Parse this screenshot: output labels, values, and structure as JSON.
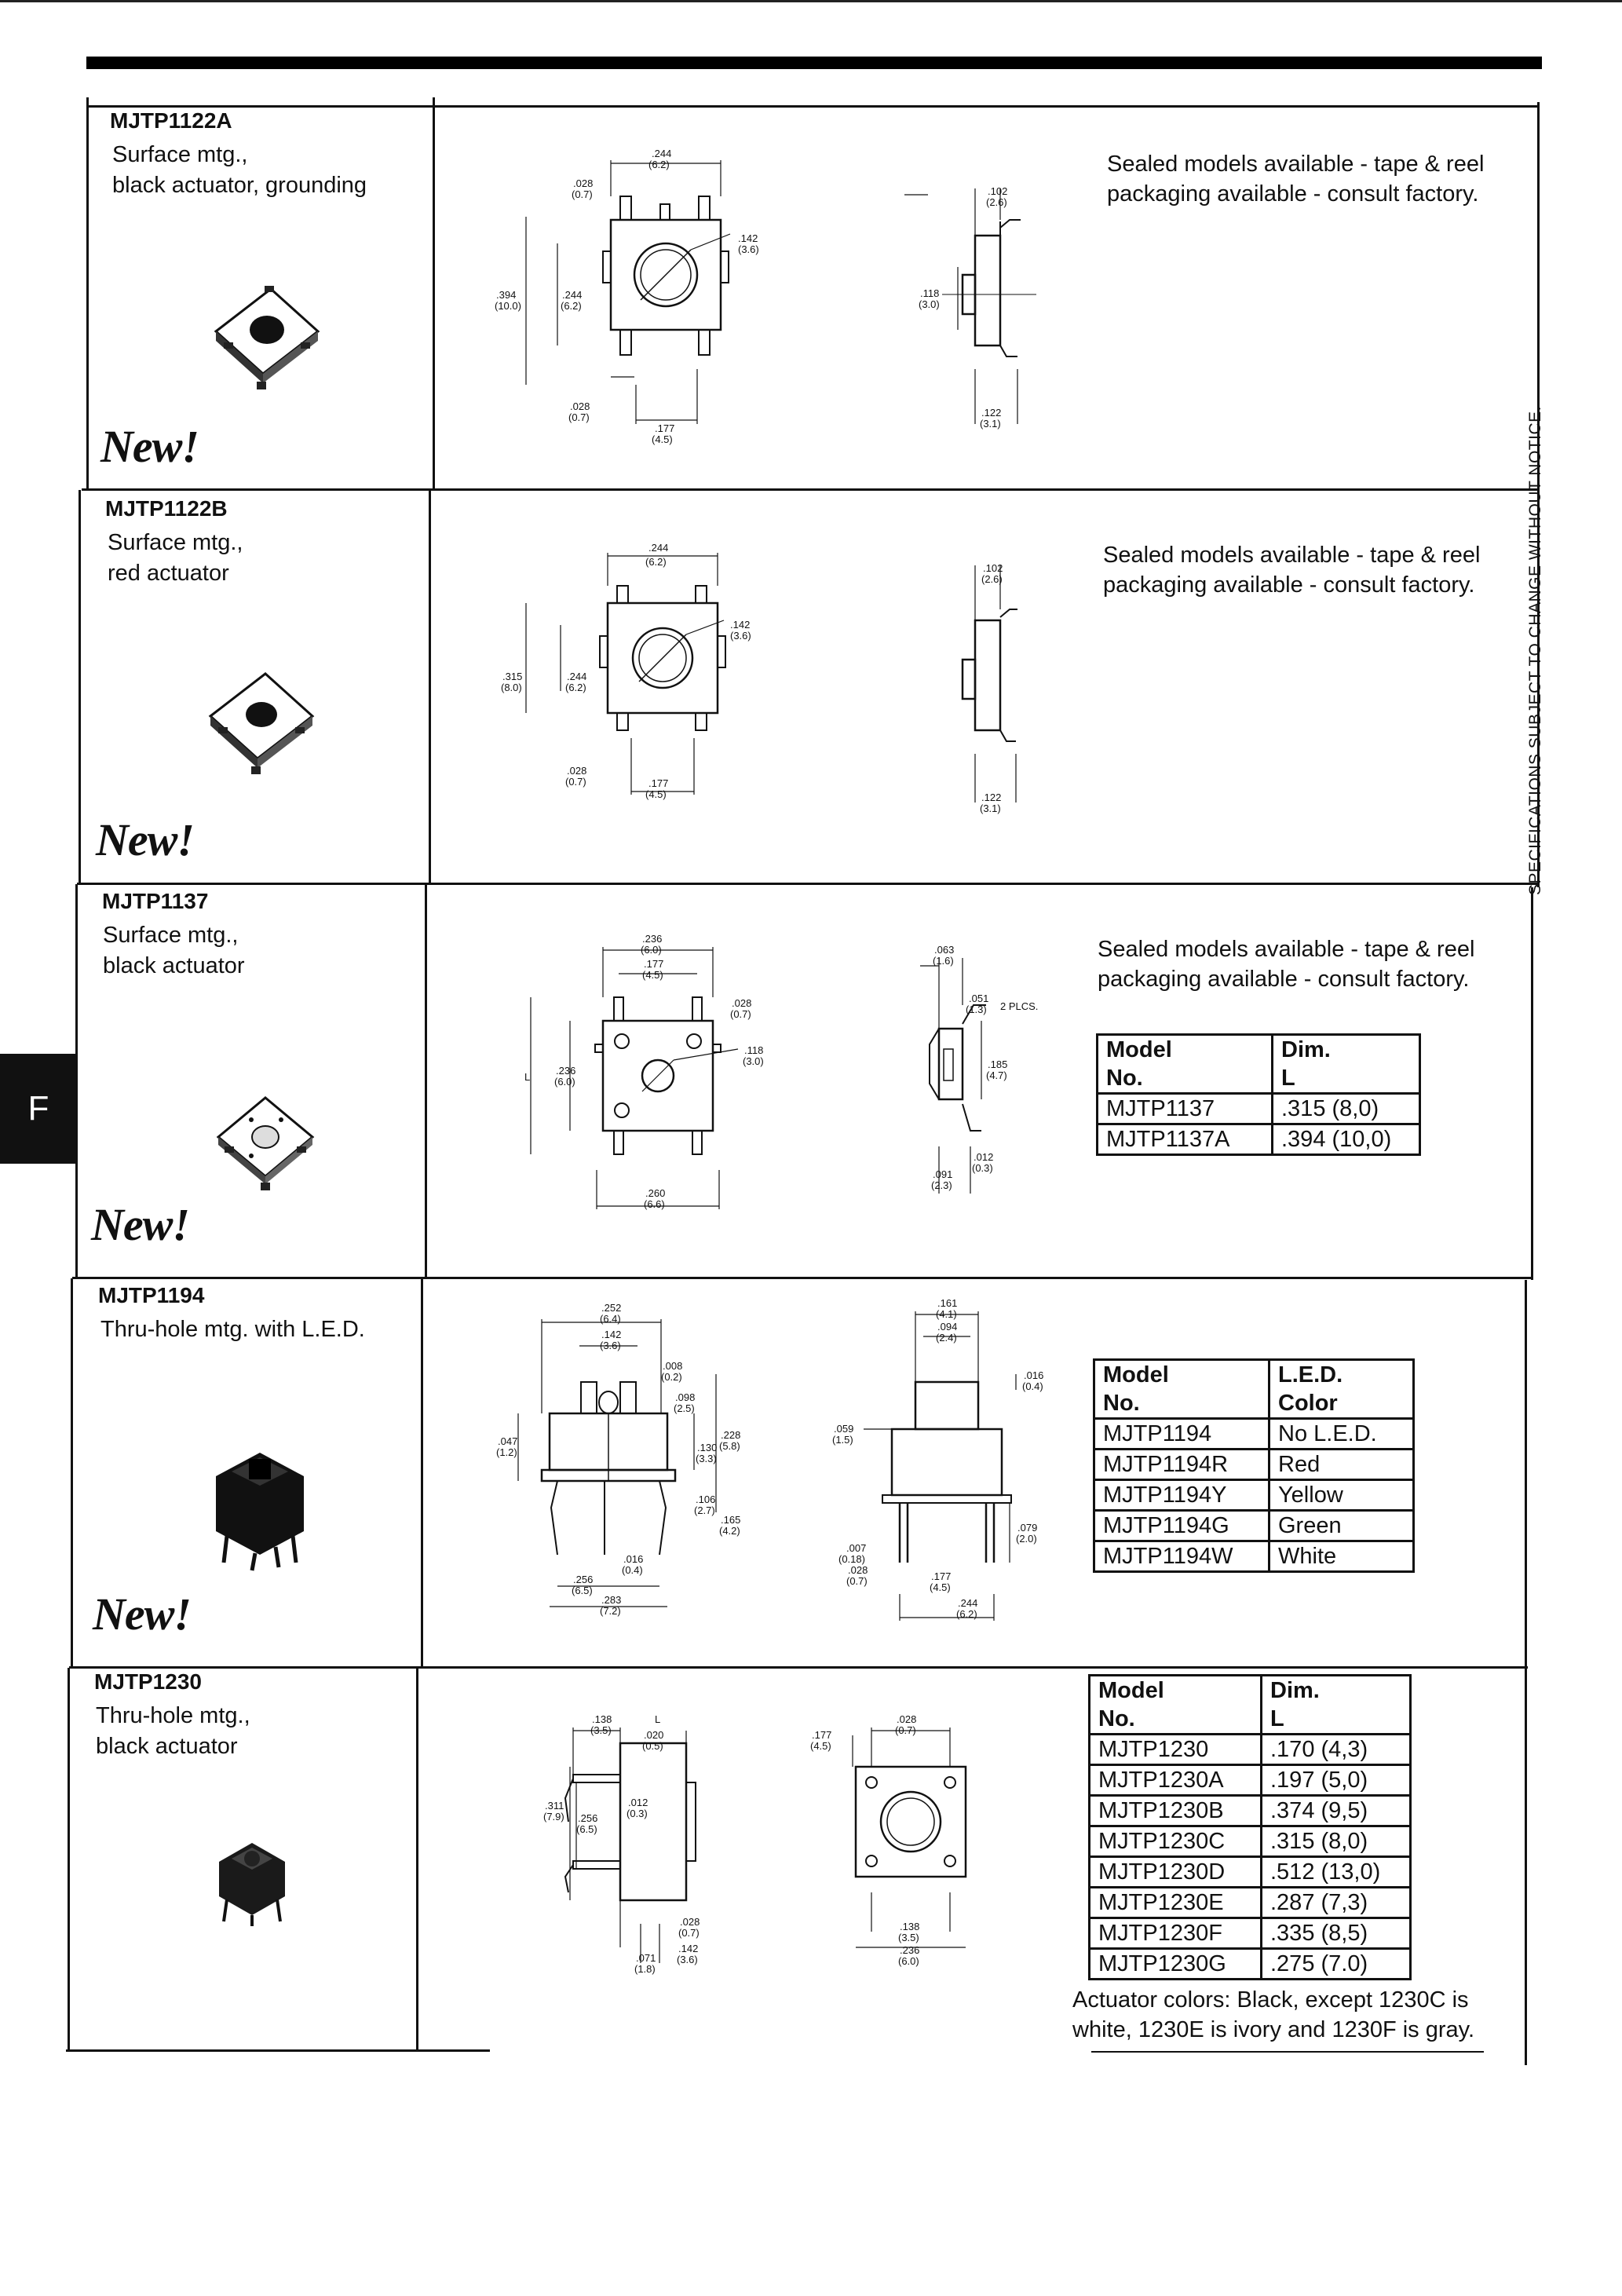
{
  "page": {
    "section_tab": "F",
    "side_notice": "SPECIFICATIONS SUBJECT TO CHANGE WITHOUT NOTICE.",
    "new_label": "New!"
  },
  "products": [
    {
      "model": "MJTP1122A",
      "desc": [
        "Surface mtg.,",
        "black actuator, grounding"
      ],
      "note": [
        "Sealed models available - tape & reel",
        "packaging available - consult factory."
      ],
      "new": true,
      "dims": [
        ".244",
        "(6.2)",
        ".028",
        "(0.7)",
        ".142",
        "(3.6)",
        ".394",
        "(10.0)",
        ".244",
        "(6.2)",
        ".028",
        "(0.7)",
        ".177",
        "(4.5)",
        ".102",
        "(2.6)",
        ".118",
        "(3.0)",
        ".122",
        "(3.1)"
      ]
    },
    {
      "model": "MJTP1122B",
      "desc": [
        "Surface mtg.,",
        "red actuator"
      ],
      "note": [
        "Sealed models available - tape & reel",
        "packaging available - consult factory."
      ],
      "new": true,
      "dims": [
        ".244",
        "(6.2)",
        ".142",
        "(3.6)",
        ".315",
        "(8.0)",
        ".244",
        "(6.2)",
        ".028",
        "(0.7)",
        ".177",
        "(4.5)",
        ".102",
        "(2.6)",
        ".122",
        "(3.1)"
      ]
    },
    {
      "model": "MJTP1137",
      "desc": [
        "Surface mtg.,",
        "black actuator"
      ],
      "note": [
        "Sealed models available - tape & reel",
        "packaging available - consult factory."
      ],
      "new": true,
      "table": {
        "headers": [
          [
            "Model",
            "No."
          ],
          [
            "Dim.",
            "L"
          ]
        ],
        "rows": [
          [
            "MJTP1137",
            ".315 (8,0)"
          ],
          [
            "MJTP1137A",
            ".394 (10,0)"
          ]
        ]
      },
      "dims": [
        ".236",
        "(6.0)",
        ".177",
        "(4.5)",
        ".028",
        "(0.7)",
        ".118",
        "(3.0)",
        "L",
        ".236",
        "(6.0)",
        ".260",
        "(6.6)",
        ".063",
        "(1.6)",
        ".051",
        "(1.3)",
        "2 PLCS.",
        ".185",
        "(4.7)",
        ".012",
        "(0.3)",
        ".091",
        "(2.3)"
      ]
    },
    {
      "model": "MJTP1194",
      "desc": [
        "Thru-hole mtg. with L.E.D."
      ],
      "new": true,
      "table": {
        "headers": [
          [
            "Model",
            "No."
          ],
          [
            "L.E.D.",
            "Color"
          ]
        ],
        "rows": [
          [
            "MJTP1194",
            "No L.E.D."
          ],
          [
            "MJTP1194R",
            "Red"
          ],
          [
            "MJTP1194Y",
            "Yellow"
          ],
          [
            "MJTP1194G",
            "Green"
          ],
          [
            "MJTP1194W",
            "White"
          ]
        ]
      },
      "dims": [
        ".252",
        "(6.4)",
        ".142",
        "(3.6)",
        ".008",
        "(0.2)",
        ".098",
        "(2.5)",
        ".228",
        "(5.8)",
        ".130",
        "(3.3)",
        ".047",
        "(1.2)",
        ".106",
        "(2.7)",
        ".165",
        "(4.2)",
        ".016",
        "(0.4)",
        ".256",
        "(6.5)",
        ".283",
        "(7.2)",
        ".161",
        "(4.1)",
        ".094",
        "(2.4)",
        ".016",
        "(0.4)",
        ".059",
        "(1.5)",
        ".079",
        "(2.0)",
        ".007",
        "(0.18)",
        ".028",
        "(0.7)",
        ".177",
        "(4.5)",
        ".244",
        "(6.2)"
      ]
    },
    {
      "model": "MJTP1230",
      "desc": [
        "Thru-hole mtg.,",
        "black actuator"
      ],
      "new": false,
      "table": {
        "headers": [
          [
            "Model",
            "No."
          ],
          [
            "Dim.",
            "L"
          ]
        ],
        "rows": [
          [
            "MJTP1230",
            ".170  (4,3)"
          ],
          [
            "MJTP1230A",
            ".197  (5,0)"
          ],
          [
            "MJTP1230B",
            ".374  (9,5)"
          ],
          [
            "MJTP1230C",
            ".315  (8,0)"
          ],
          [
            "MJTP1230D",
            ".512  (13,0)"
          ],
          [
            "MJTP1230E",
            ".287  (7,3)"
          ],
          [
            "MJTP1230F",
            ".335  (8,5)"
          ],
          [
            "MJTP1230G",
            ".275  (7.0)"
          ]
        ]
      },
      "footnote": [
        "Actuator colors: Black, except 1230C is",
        "white, 1230E is ivory and 1230F is gray."
      ],
      "dims": [
        ".138",
        "(3.5)",
        "L",
        ".020",
        "(0.5)",
        ".311",
        "(7.9)",
        ".256",
        "(6.5)",
        ".012",
        "(0.3)",
        ".028",
        "(0.7)",
        ".071",
        "(1.8)",
        ".142",
        "(3.6)",
        ".028",
        "(0.7)",
        ".177",
        "(4.5)",
        ".138",
        "(3.5)",
        ".236",
        "(6.0)"
      ]
    }
  ]
}
